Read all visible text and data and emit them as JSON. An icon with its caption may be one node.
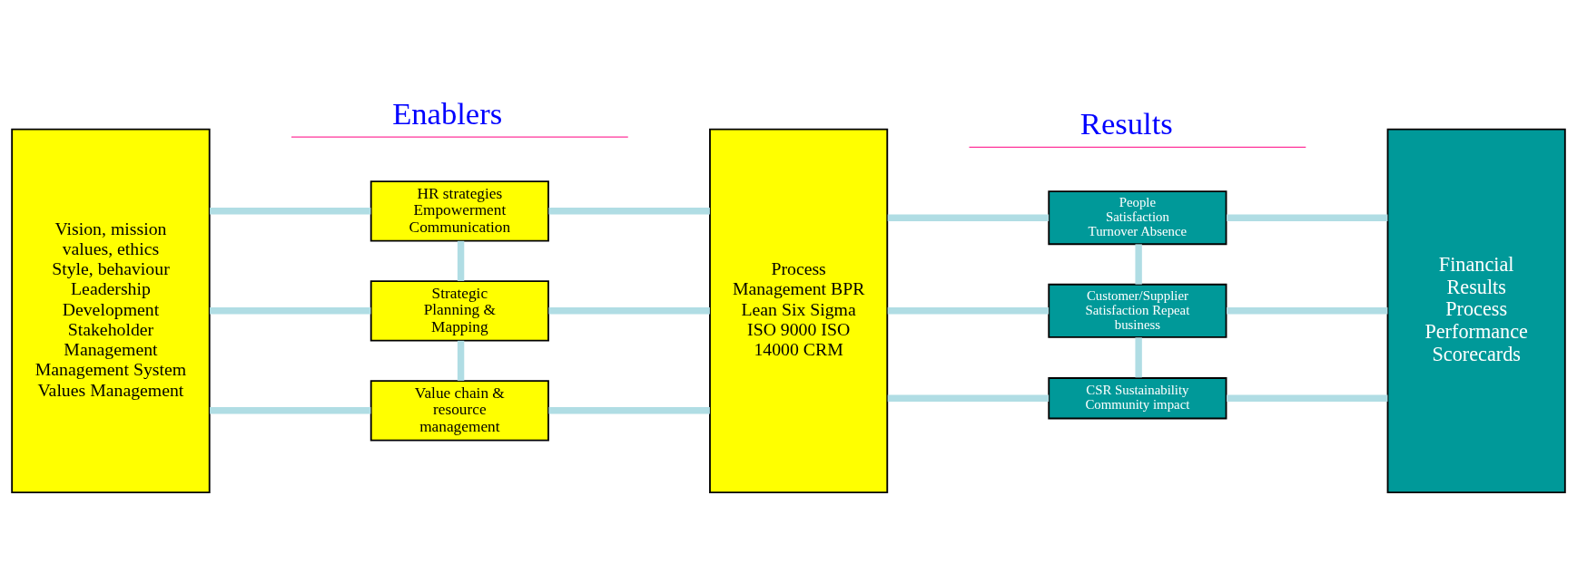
{
  "diagram": {
    "nodes": [
      {
        "text": [
          "Vision, mission values, ethics Style, behaviour Leadership Development Stakeholder Management Management System Values Management"
        ]
      },
      {
        "text": [
          "HR strategies Empowerment Communication"
        ]
      },
      {
        "text": [
          "Strategic Planning & Mapping"
        ]
      },
      {
        "text": [
          "Value chain & resource management"
        ]
      },
      {
        "text": [
          "Process Management BPR Lean Six Sigma ISO 9000 ISO 14000 CRM"
        ]
      },
      {
        "text": [
          "People Satisfaction Turnover Absence"
        ]
      },
      {
        "text": [
          "Customer/Supplier Satisfaction Repeat business"
        ]
      },
      {
        "text": [
          "CSR Sustainability Community impact"
        ]
      },
      {
        "text": [
          "Financial Results Process Performance Scorecards"
        ]
      }
    ],
    "edges": [
      {
        "from": 0,
        "to": 1,
        "arrow": "none"
      },
      {
        "from": 0,
        "to": 2,
        "arrow": "none"
      },
      {
        "from": 0,
        "to": 3,
        "arrow": "none"
      },
      {
        "from": 1,
        "to": 2,
        "arrow": "none"
      },
      {
        "from": 2,
        "to": 3,
        "arrow": "none"
      },
      {
        "from": 1,
        "to": 4,
        "arrow": "none"
      },
      {
        "from": 2,
        "to": 4,
        "arrow": "none"
      },
      {
        "from": 3,
        "to": 4,
        "arrow": "none"
      },
      {
        "from": 4,
        "to": 5,
        "arrow": "none"
      },
      {
        "from": 4,
        "to": 6,
        "arrow": "none"
      },
      {
        "from": 4,
        "to": 7,
        "arrow": "none"
      },
      {
        "from": 5,
        "to": 6,
        "arrow": "none"
      },
      {
        "from": 6,
        "to": 7,
        "arrow": "none"
      },
      {
        "from": 5,
        "to": 8,
        "arrow": "none"
      },
      {
        "from": 6,
        "to": 8,
        "arrow": "none"
      },
      {
        "from": 7,
        "to": 8,
        "arrow": "none"
      }
    ],
    "labels": [
      "Enablers",
      "Results"
    ]
  }
}
